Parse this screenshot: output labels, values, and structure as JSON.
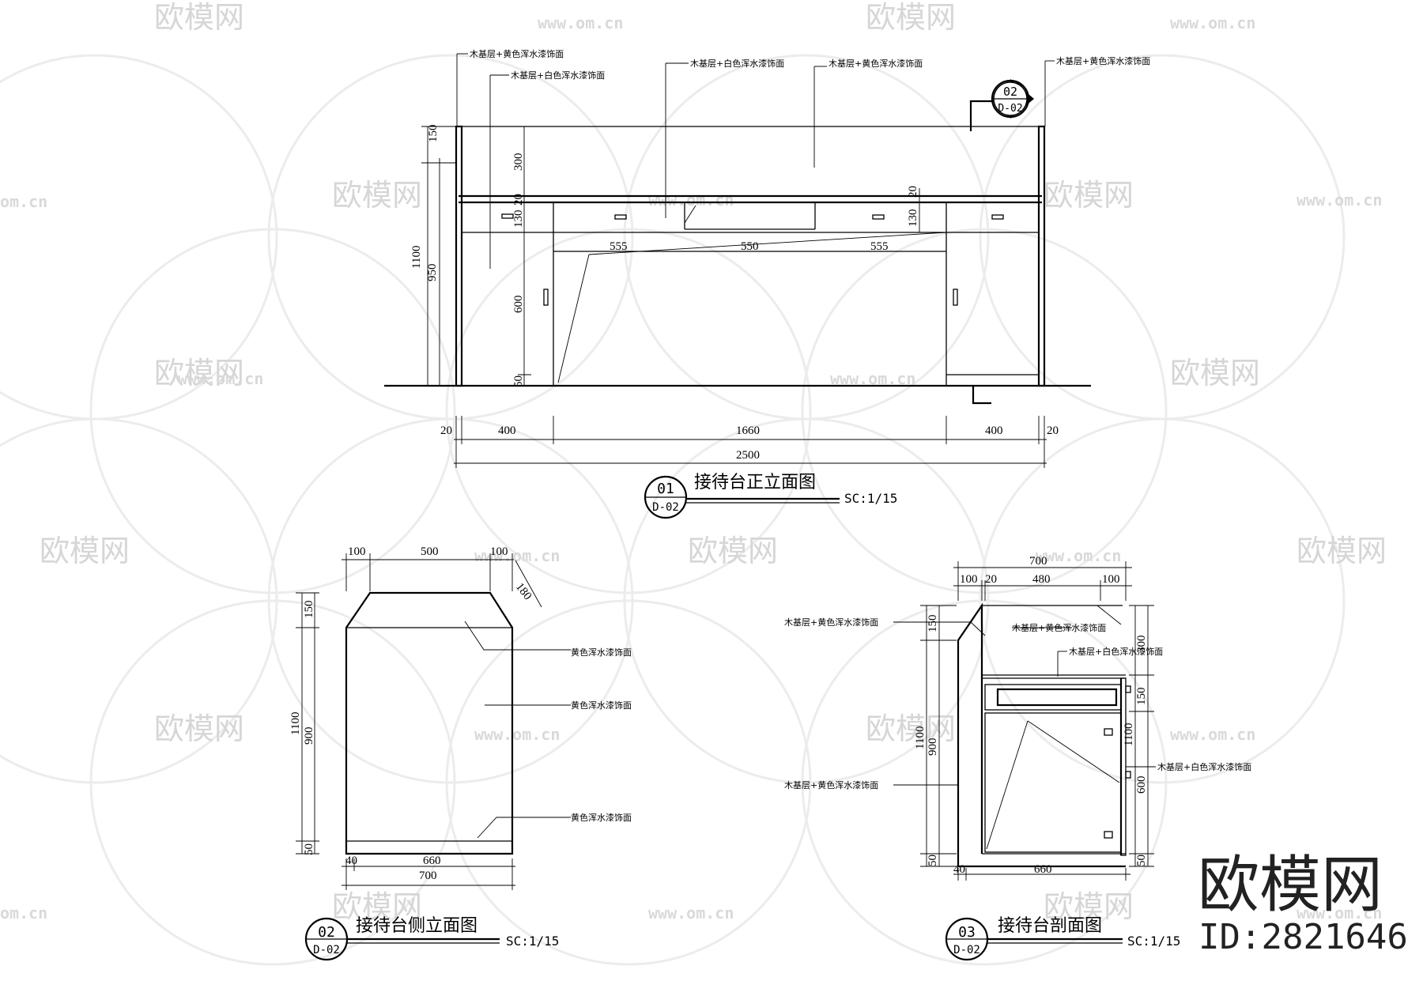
{
  "watermark": {
    "logo_text": "欧模网",
    "url_text": "www.om.cn",
    "url_short": "om.cn"
  },
  "brand": {
    "name": "欧模网",
    "id": "ID:2821646"
  },
  "views": [
    {
      "number": "01",
      "sheet": "D-02",
      "title": "接待台正立面图",
      "scale": "SC:1/15"
    },
    {
      "number": "02",
      "sheet": "D-02",
      "title": "接待台侧立面图",
      "scale": "SC:1/15"
    },
    {
      "number": "03",
      "sheet": "D-02",
      "title": "接待台剖面图",
      "scale": "SC:1/15"
    }
  ],
  "section_marker": {
    "number": "02",
    "sheet": "D-02"
  },
  "front": {
    "notes": [
      "木基层+黄色浑水漆饰面",
      "木基层+白色浑水漆饰面",
      "木基层+白色浑水漆饰面",
      "木基层+黄色浑水漆饰面",
      "木基层+黄色浑水漆饰面"
    ],
    "dims": {
      "h150": "150",
      "h1100": "1100",
      "h950": "950",
      "h300": "300",
      "h20a": "20",
      "h130a": "130",
      "h600": "600",
      "h50": "50",
      "h20b": "20",
      "h130b": "130",
      "w555a": "555",
      "w550": "550",
      "w555b": "555",
      "b20a": "20",
      "b400a": "400",
      "b1660": "1660",
      "b400b": "400",
      "b20b": "20",
      "b2500": "2500"
    }
  },
  "side": {
    "notes": [
      "黄色浑水漆饰面",
      "黄色浑水漆饰面",
      "黄色浑水漆饰面"
    ],
    "dims": {
      "t100a": "100",
      "t500": "500",
      "t100b": "100",
      "d180": "180",
      "h150": "150",
      "h1100": "1100",
      "h900": "900",
      "h50": "50",
      "b40": "40",
      "b660": "660",
      "b700": "700"
    }
  },
  "section": {
    "notes": [
      "木基层+黄色浑水漆饰面",
      "木基层+黄色浑水漆饰面",
      "木基层+白色浑水漆饰面",
      "木基层+黄色浑水漆饰面",
      "木基层+白色浑水漆饰面"
    ],
    "dims": {
      "t700": "700",
      "t100a": "100",
      "t20": "20",
      "t480": "480",
      "t100b": "100",
      "l150": "150",
      "l1100": "1100",
      "l900": "900",
      "l50": "50",
      "r300": "300",
      "r150": "150",
      "r1100": "1100",
      "r600": "600",
      "r50": "50",
      "b40": "40",
      "b660": "660"
    }
  }
}
